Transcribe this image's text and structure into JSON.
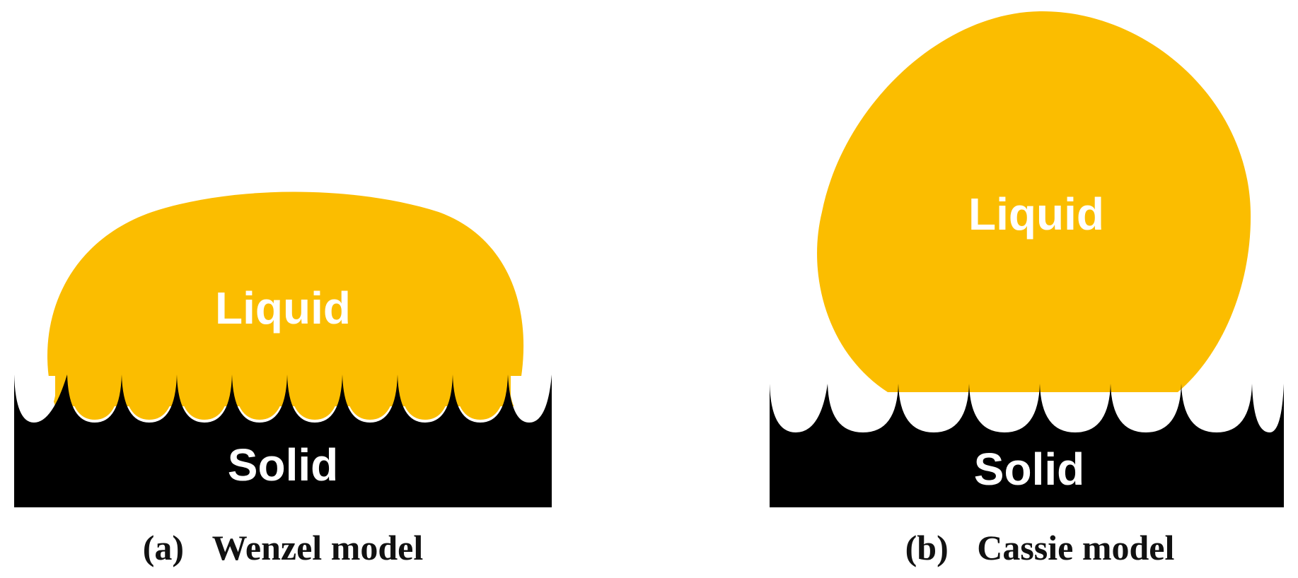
{
  "colors": {
    "liquid": "#fbbd00",
    "solid": "#000000",
    "pore": "#ffffff",
    "label_text": "#ffffff",
    "caption_text": "#111111"
  },
  "panels": [
    {
      "id": "a",
      "liquid_label": "Liquid",
      "solid_label": "Solid",
      "caption_letter": "(a)",
      "caption_title": "Wenzel model",
      "pores_filled_with_liquid": true
    },
    {
      "id": "b",
      "liquid_label": "Liquid",
      "solid_label": "Solid",
      "caption_letter": "(b)",
      "caption_title": "Cassie model",
      "pores_filled_with_liquid": false
    }
  ]
}
